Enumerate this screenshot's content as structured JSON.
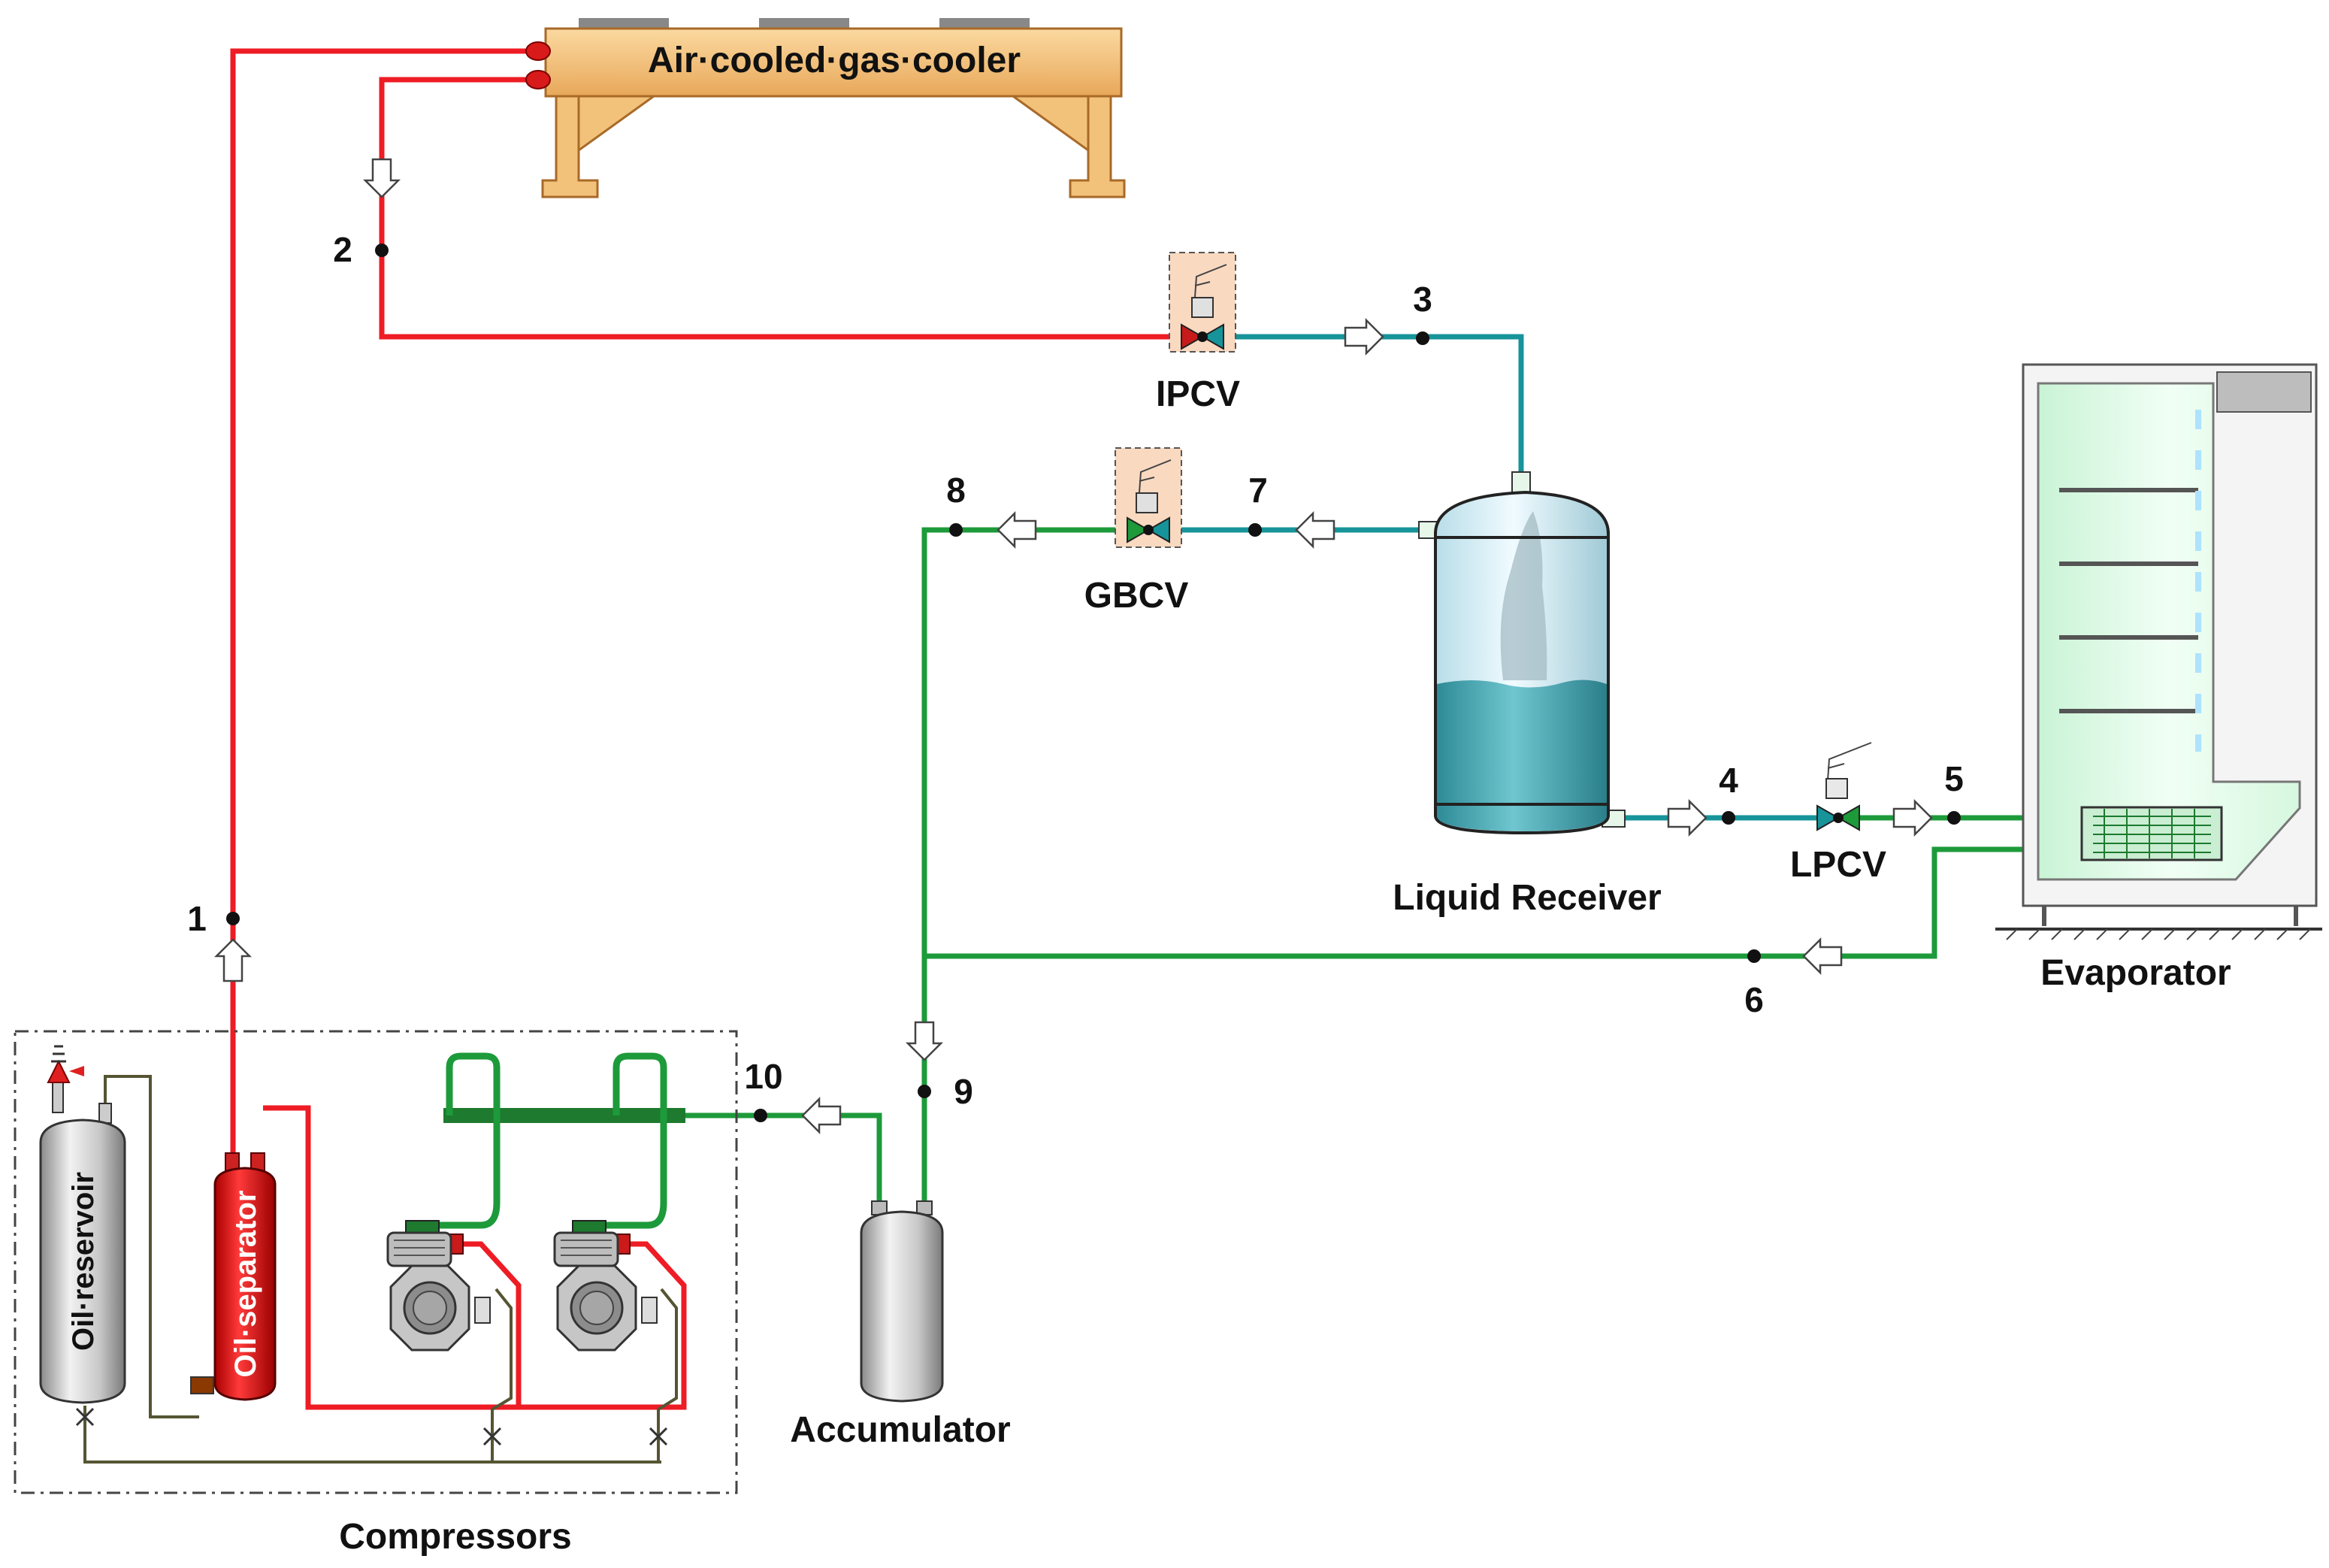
{
  "diagram": {
    "components": {
      "gas_cooler": "Air·cooled·gas·cooler",
      "ipcv": "IPCV",
      "gbcv": "GBCV",
      "lpcv": "LPCV",
      "liquid_receiver": "Liquid Receiver",
      "evaporator": "Evaporator",
      "accumulator": "Accumulator",
      "compressors": "Compressors",
      "oil_reservoir": "Oil·reservoir",
      "oil_separator": "Oil·separator"
    },
    "state_points": [
      "1",
      "2",
      "3",
      "4",
      "5",
      "6",
      "7",
      "8",
      "9",
      "10"
    ],
    "colors": {
      "high_pressure": "#ee1c24",
      "intermediate_pressure": "#16949a",
      "low_pressure": "#1d9a3a",
      "oil_line": "#555533"
    }
  }
}
